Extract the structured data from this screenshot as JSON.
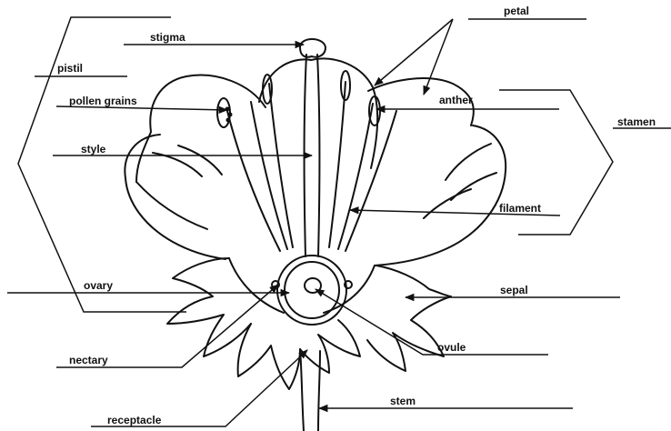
{
  "labels": {
    "stigma": "stigma",
    "pistil": "pistil",
    "pollen_grains": "pollen grains",
    "style": "style",
    "petal": "petal",
    "anther": "anther",
    "stamen": "stamen",
    "filament": "filament",
    "ovary": "ovary",
    "sepal": "sepal",
    "ovule": "ovule",
    "nectary": "nectary",
    "stem": "stem",
    "receptacle": "receptacle"
  },
  "colors": {
    "ink": "#111111",
    "background": "#ffffff"
  }
}
